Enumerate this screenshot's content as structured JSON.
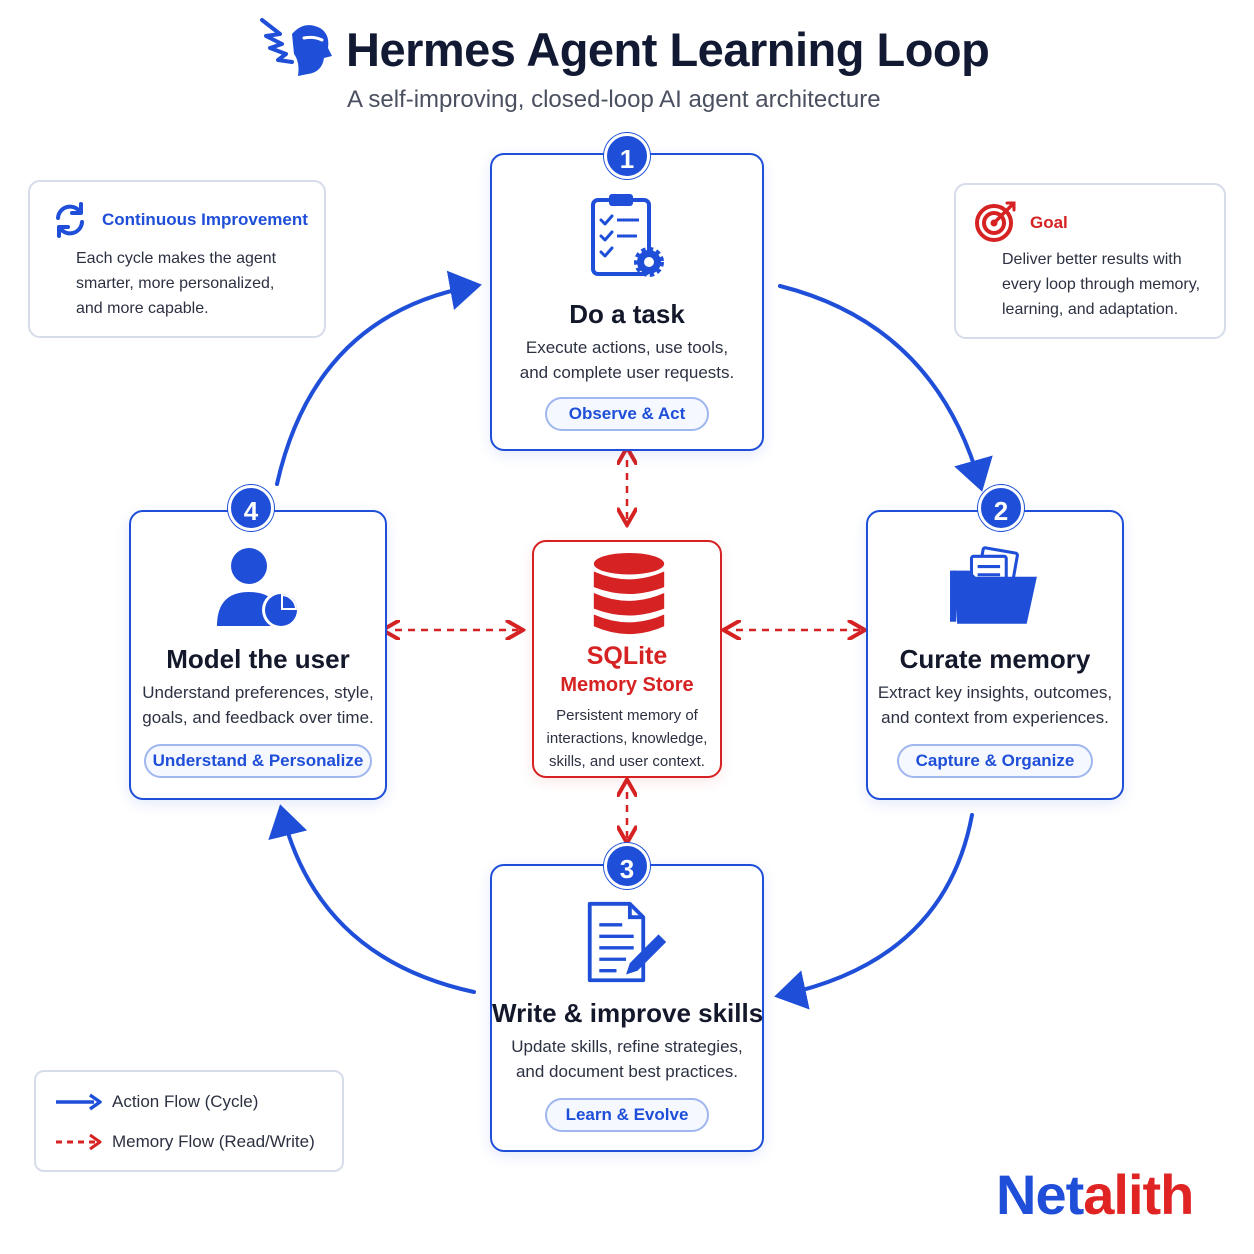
{
  "header": {
    "title": "Hermes Agent Learning Loop",
    "subtitle": "A self-improving, closed-loop AI agent architecture"
  },
  "steps": [
    {
      "number": "1",
      "title": "Do a task",
      "desc_line1": "Execute actions, use tools,",
      "desc_line2": "and complete user requests.",
      "tag": "Observe & Act",
      "icon": "clipboard-checklist-gear-icon"
    },
    {
      "number": "2",
      "title": "Curate memory",
      "desc_line1": "Extract key insights, outcomes,",
      "desc_line2": "and context from experiences.",
      "tag": "Capture & Organize",
      "icon": "folder-documents-icon"
    },
    {
      "number": "3",
      "title": "Write & improve skills",
      "desc_line1": "Update skills, refine strategies,",
      "desc_line2": "and document best practices.",
      "tag": "Learn & Evolve",
      "icon": "document-pencil-icon"
    },
    {
      "number": "4",
      "title": "Model the user",
      "desc_line1": "Understand preferences, style,",
      "desc_line2": "goals, and feedback over time.",
      "tag": "Understand & Personalize",
      "icon": "user-chart-icon"
    }
  ],
  "memory_store": {
    "title": "SQLite",
    "subtitle": "Memory Store",
    "desc_line1": "Persistent memory of",
    "desc_line2": "interactions, knowledge,",
    "desc_line3": "skills, and user context.",
    "icon": "database-icon"
  },
  "continuous_improvement": {
    "heading": "Continuous Improvement",
    "line1": "Each cycle makes the agent",
    "line2": "smarter, more personalized,",
    "line3": "and more capable.",
    "icon": "refresh-icon"
  },
  "goal": {
    "heading": "Goal",
    "line1": "Deliver better results with",
    "line2": "every loop through memory,",
    "line3": "learning, and adaptation.",
    "icon": "target-icon"
  },
  "legend": {
    "action_flow": "Action Flow (Cycle)",
    "memory_flow": "Memory Flow (Read/Write)"
  },
  "brand": {
    "part1": "Net",
    "part2": "alith"
  },
  "colors": {
    "primary_blue": "#1f4fd8",
    "accent_red": "#d62222",
    "border_gray": "#d6dcea"
  }
}
